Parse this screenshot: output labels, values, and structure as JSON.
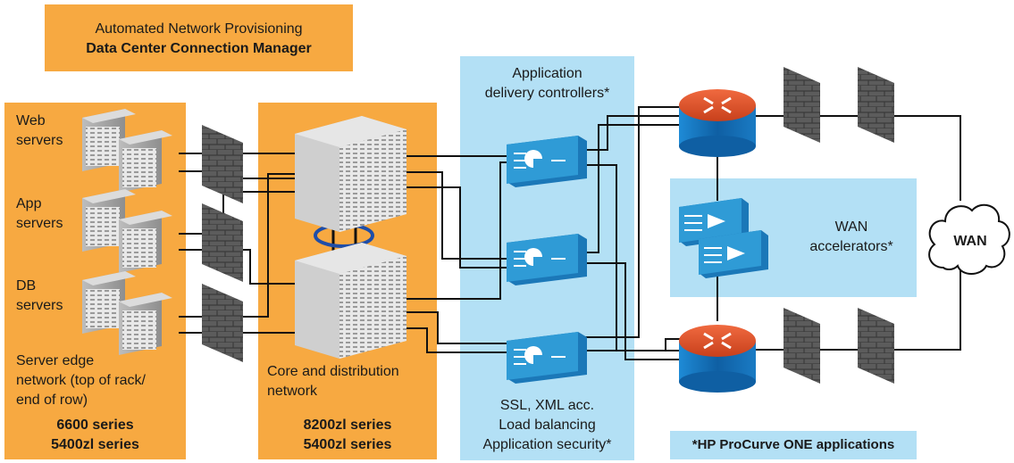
{
  "title_box": {
    "line1": "Automated Network Provisioning",
    "line2": "Data Center Connection Manager"
  },
  "server_edge": {
    "web": [
      "Web",
      "servers"
    ],
    "app": [
      "App",
      "servers"
    ],
    "db": [
      "DB",
      "servers"
    ],
    "caption": [
      "Server edge",
      "network (top of rack/",
      "end of row)"
    ],
    "series": [
      "6600 series",
      "5400zl series"
    ]
  },
  "core": {
    "caption": [
      "Core and distribution",
      "network"
    ],
    "series": [
      "8200zl series",
      "5400zl series"
    ]
  },
  "adc": {
    "title": [
      "Application",
      "delivery controllers*"
    ],
    "caption": [
      "SSL, XML acc.",
      "Load balancing",
      "Application security*"
    ]
  },
  "wan_accel": {
    "label": [
      "WAN",
      "accelerators*"
    ]
  },
  "wan_cloud": {
    "label": "WAN"
  },
  "footnote": "*HP ProCurve ONE applications",
  "colors": {
    "orange": "#F7A941",
    "light_blue": "#B3E0F5",
    "device_blue": "#2F9BD6",
    "router_red": "#E2512A",
    "router_blue": "#1578C2",
    "firewall": "#555555"
  }
}
